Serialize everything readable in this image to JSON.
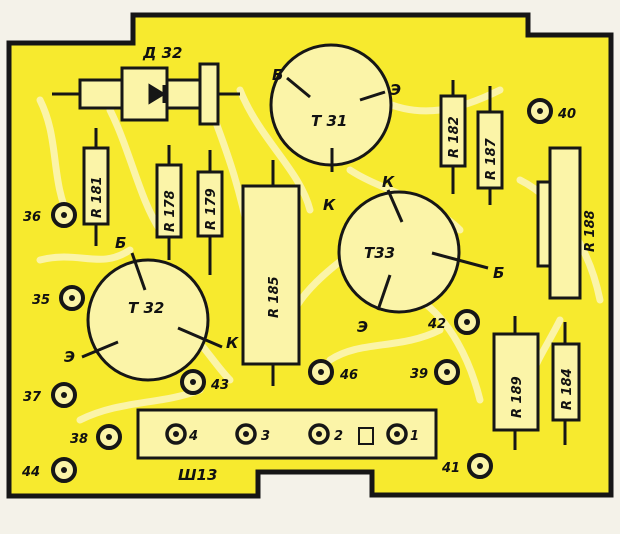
{
  "colors": {
    "board": "#f7ea2e",
    "traces": "#fbf4a8",
    "ink": "#161616",
    "paper": "#f4f2e9"
  },
  "components": {
    "diode": {
      "ref": "Д 32"
    },
    "transistors": [
      {
        "ref": "Т 31",
        "pins": {
          "base": "Б",
          "emitter": "Э",
          "collector": "К"
        }
      },
      {
        "ref": "Т 32",
        "pins": {
          "base": "Б",
          "emitter": "Э",
          "collector": "К"
        }
      },
      {
        "ref": "Т33",
        "pins": {
          "base": "Б",
          "emitter": "Э",
          "collector": "К"
        }
      }
    ],
    "resistors": [
      "R 181",
      "R 178",
      "R 179",
      "R 185",
      "R 182",
      "R 187",
      "R 188",
      "R 189",
      "R 184"
    ]
  },
  "pads": [
    "36",
    "35",
    "37",
    "38",
    "44",
    "43",
    "46",
    "39",
    "42",
    "41",
    "40"
  ],
  "connector": {
    "ref": "Ш13",
    "pins": [
      "4",
      "3",
      "2",
      "1"
    ]
  }
}
